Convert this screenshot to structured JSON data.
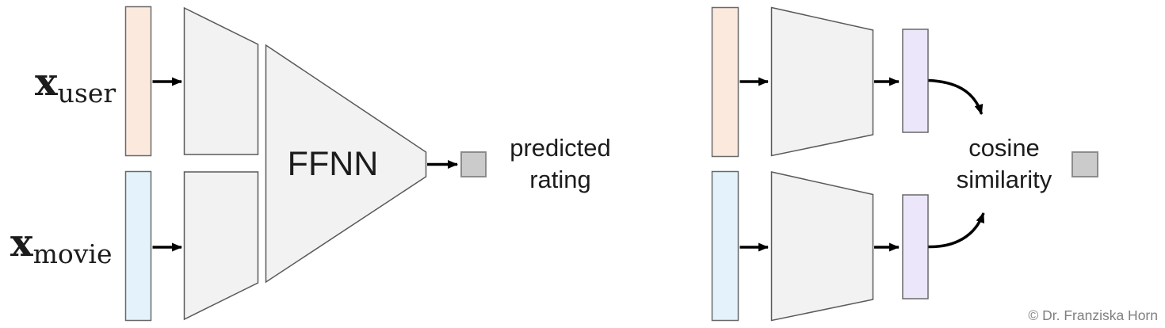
{
  "diagram": {
    "left": {
      "inputs": [
        {
          "base": "x",
          "subscript": "user"
        },
        {
          "base": "x",
          "subscript": "movie"
        }
      ],
      "network_label": "FFNN",
      "output_line1": "predicted",
      "output_line2": "rating"
    },
    "right": {
      "operation_line1": "cosine",
      "operation_line2": "similarity"
    },
    "copyright": "© Dr. Franziska Horn"
  },
  "colors": {
    "peach": "#fce9de",
    "light_blue": "#e4f3fb",
    "lavender": "#ece6fa",
    "shape_fill": "#f2f2f2",
    "shape_border": "#5a5a5a",
    "vector_border": "#696969",
    "output_fill": "#cbcbcb",
    "output_border": "#8c8c8c",
    "arrow": "#000000",
    "text": "#1c1c1c",
    "copyright_gray": "#7f7f7f"
  }
}
